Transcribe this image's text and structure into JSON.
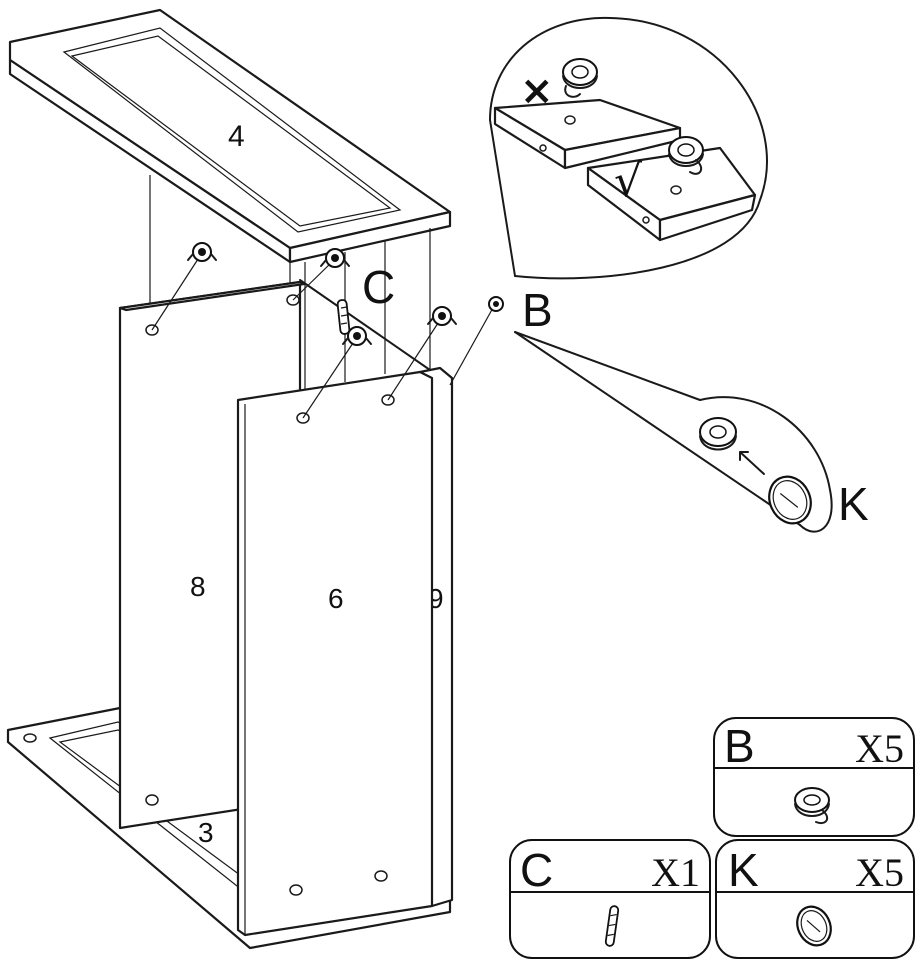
{
  "parts": {
    "top": "4",
    "side_left": "8",
    "back": "6",
    "side_right": "9",
    "bottom": "3"
  },
  "callouts": {
    "dowel": "C",
    "cam_lock": "B",
    "cover_cap": "K"
  },
  "detail": {
    "wrong_mark": "×",
    "right_mark": "√"
  },
  "hardware": [
    {
      "letter": "B",
      "qty": "X5",
      "icon": "cam-lock-icon"
    },
    {
      "letter": "C",
      "qty": "X1",
      "icon": "wood-dowel-icon"
    },
    {
      "letter": "K",
      "qty": "X5",
      "icon": "cover-cap-icon"
    }
  ]
}
